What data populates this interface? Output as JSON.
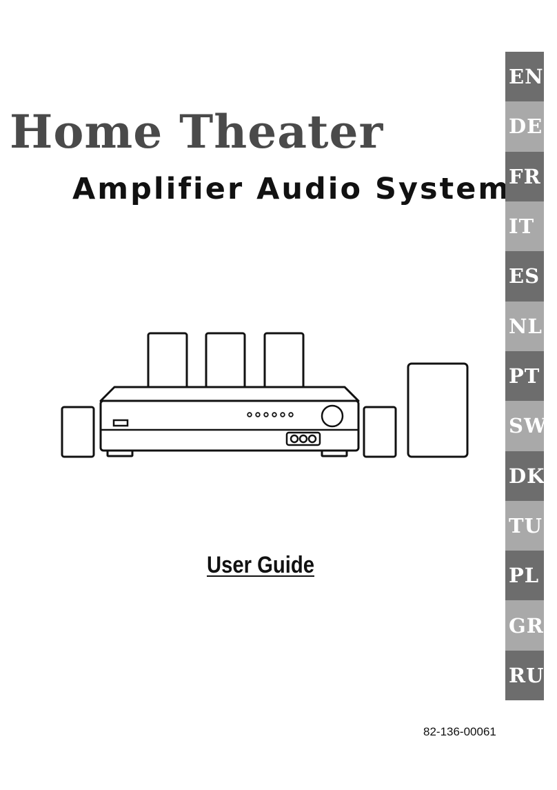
{
  "cover": {
    "title": "Home Theater",
    "subtitle": "Amplifier Audio System",
    "guide_label": "User Guide",
    "doc_number": "82-136-00061"
  },
  "languages": [
    "EN",
    "DE",
    "FR",
    "IT",
    "ES",
    "NL",
    "PT",
    "SW",
    "DK",
    "TU",
    "PL",
    "GR",
    "RU"
  ],
  "colors": {
    "title": "#4a4a4a",
    "text": "#111111",
    "tab_dark": "#6d6d6d",
    "tab_light": "#a9a9a9",
    "tab_text": "#ffffff"
  },
  "illustration": {
    "icon": "home-theater-system-icon"
  }
}
